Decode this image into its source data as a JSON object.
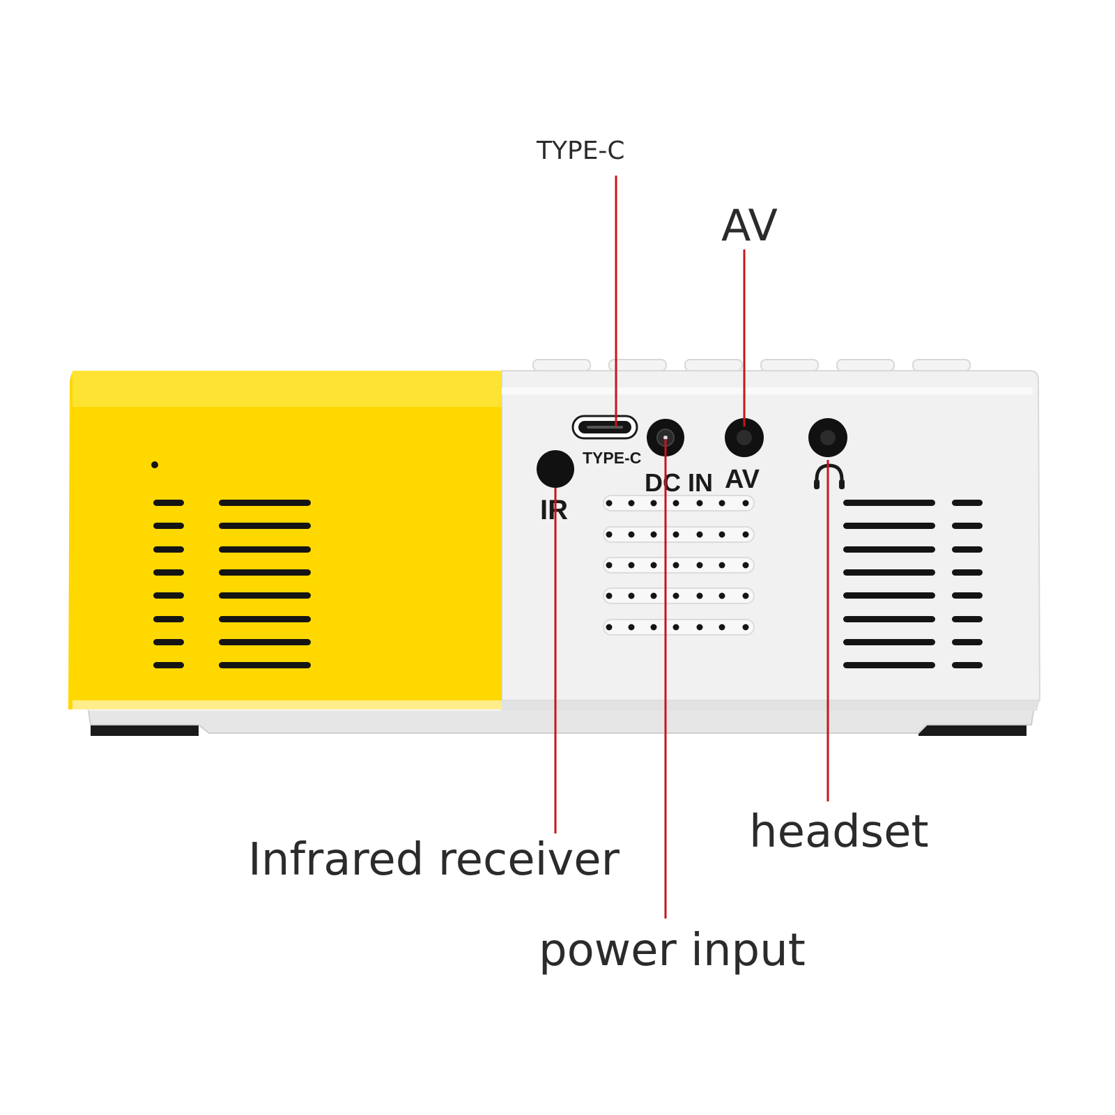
{
  "colors": {
    "body_yellow": "#ffd800",
    "body_yellow_top": "#ffe333",
    "body_white": "#f2f2f2",
    "port_black": "#111111",
    "callout_line": "#c8141e",
    "vent_black": "#141414"
  },
  "callouts": {
    "type_c": "TYPE-C",
    "av": "AV",
    "infrared": "Infrared receiver",
    "power": "power input",
    "headset": "headset"
  },
  "device_labels": {
    "type_c": "TYPE-C",
    "dc_in": "DC IN",
    "av": "AV",
    "ir": "IR"
  },
  "icons": {
    "headphone": "headphone-icon",
    "usb_c": "usb-c-port-icon"
  }
}
